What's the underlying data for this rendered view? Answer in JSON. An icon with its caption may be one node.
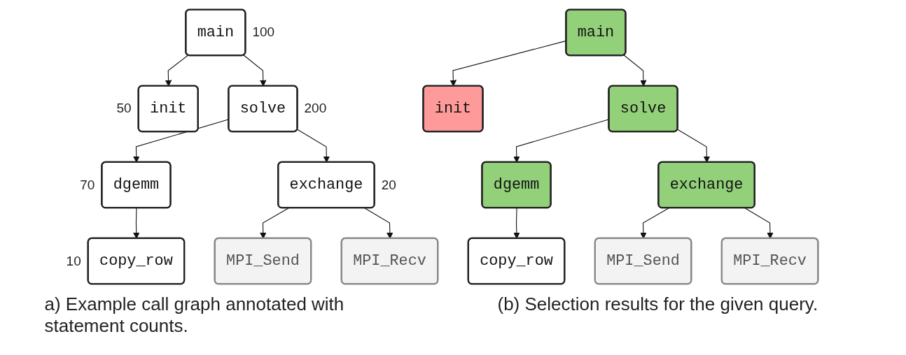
{
  "diagram": {
    "nodes": [
      {
        "text": [
          "main"
        ],
        "beside": [
          "100"
        ]
      },
      {
        "text": [
          "init"
        ],
        "beside": [
          "50"
        ]
      },
      {
        "text": [
          "solve"
        ],
        "beside": [
          "200"
        ]
      },
      {
        "text": [
          "dgemm"
        ],
        "beside": [
          "70"
        ]
      },
      {
        "text": [
          "exchange"
        ],
        "beside": [
          "20"
        ]
      },
      {
        "text": [
          "copy_row"
        ],
        "beside": [
          "10"
        ]
      },
      {
        "text": [
          "MPI_Send"
        ]
      },
      {
        "text": [
          "MPI_Recv"
        ]
      },
      {
        "text": [
          "main"
        ]
      },
      {
        "text": [
          "init"
        ]
      },
      {
        "text": [
          "solve"
        ]
      },
      {
        "text": [
          "dgemm"
        ]
      },
      {
        "text": [
          "exchange"
        ]
      },
      {
        "text": [
          "copy_row"
        ]
      },
      {
        "text": [
          "MPI_Send"
        ]
      },
      {
        "text": [
          "MPI_Recv"
        ]
      }
    ],
    "edges": [
      {
        "from": 0,
        "to": 1,
        "arrow": "to"
      },
      {
        "from": 0,
        "to": 2,
        "arrow": "to"
      },
      {
        "from": 2,
        "to": 3,
        "arrow": "to"
      },
      {
        "from": 2,
        "to": 4,
        "arrow": "to"
      },
      {
        "from": 3,
        "to": 5,
        "arrow": "to"
      },
      {
        "from": 4,
        "to": 6,
        "arrow": "to"
      },
      {
        "from": 4,
        "to": 7,
        "arrow": "to"
      },
      {
        "from": 8,
        "to": 9,
        "arrow": "to"
      },
      {
        "from": 8,
        "to": 10,
        "arrow": "to"
      },
      {
        "from": 10,
        "to": 11,
        "arrow": "to"
      },
      {
        "from": 10,
        "to": 12,
        "arrow": "to"
      },
      {
        "from": 11,
        "to": 13,
        "arrow": "to"
      },
      {
        "from": 12,
        "to": 14,
        "arrow": "to"
      },
      {
        "from": 12,
        "to": 15,
        "arrow": "to"
      }
    ],
    "labels": [
      "a) Example call graph annotated with statement counts.",
      "(b) Selection results for the given query."
    ]
  }
}
